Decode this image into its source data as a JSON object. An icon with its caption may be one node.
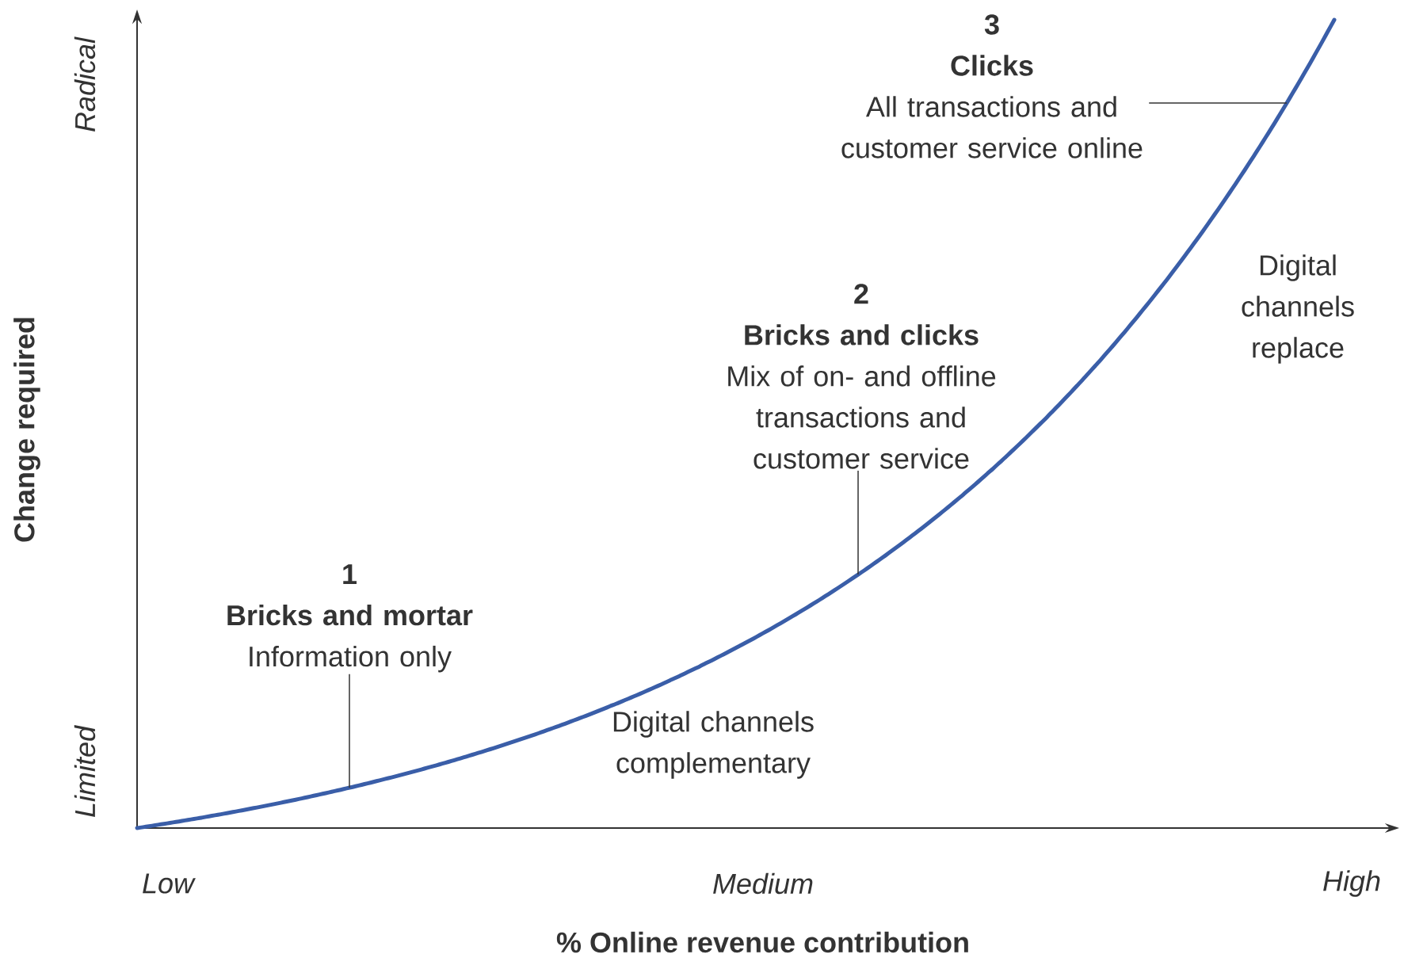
{
  "diagram": {
    "nodes": [
      {
        "text": [
          "1",
          "Bricks and mortar",
          "Information only"
        ]
      },
      {
        "text": [
          "2",
          "Bricks and clicks",
          "Mix of on- and offline transactions and customer service"
        ]
      },
      {
        "text": [
          "3",
          "Clicks",
          "All transactions and customer service online"
        ]
      }
    ],
    "edges": [
      {
        "from": 0,
        "to": null,
        "arrow": "none"
      },
      {
        "from": 1,
        "to": null,
        "arrow": "none"
      },
      {
        "from": 2,
        "to": null,
        "arrow": "none"
      }
    ],
    "labels": [
      "Radical",
      "Change required",
      "Limited",
      "Digital channels replace",
      "Digital channels complementary",
      "Low",
      "Medium",
      "High",
      "% Online revenue contribution"
    ]
  }
}
